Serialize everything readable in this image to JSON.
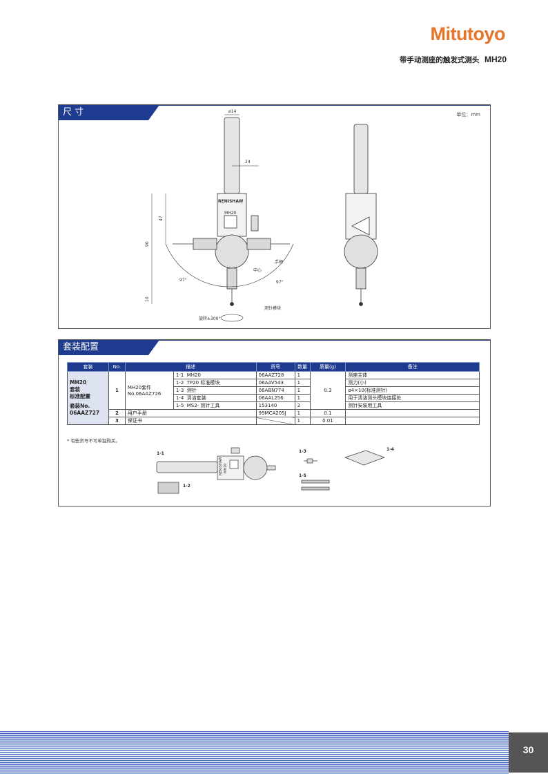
{
  "header": {
    "logo": "Mitutoyo",
    "subtitle": "带手动测座的触发式测头",
    "model": "MH20"
  },
  "dimensions_section": {
    "title": "尺 寸",
    "unit": "单位：mm",
    "drawing_labels": {
      "dia": "ø14",
      "d24": "24",
      "d47": "47",
      "d90": "90",
      "d10": "10",
      "a1": "97°",
      "a2": "97°",
      "brand": "RENISHAW",
      "model": "MH20",
      "center": "中心",
      "knob": "手柄",
      "module": "测针模块",
      "rotation": "旋转±300°"
    }
  },
  "kit_section": {
    "title": "套装配置",
    "columns": [
      "套装",
      "No.",
      "描述",
      "货号",
      "数量",
      "质量(g)",
      "备注"
    ],
    "kit_name_lines": [
      "MH20",
      "套装",
      "标准配置",
      "",
      "套装No.",
      "06AAZ727"
    ],
    "item1": {
      "no": "1",
      "group": "MH20套件",
      "group_no": "No.06AAZ726",
      "mass": "0.3",
      "rows": [
        {
          "sub": "1-1",
          "desc": "MH20",
          "code": "06AAZ728",
          "qty": "1",
          "remark": "测座主体"
        },
        {
          "sub": "1-2",
          "desc": "TP20 标准模块",
          "code": "06AAV543",
          "qty": "1",
          "remark": "测力(小)"
        },
        {
          "sub": "1-3",
          "desc": "测针",
          "code": "06ABN774",
          "qty": "1",
          "remark": "ø4×10(标准测针)"
        },
        {
          "sub": "1-4",
          "desc": "清洁套装",
          "code": "06AAL256",
          "qty": "1",
          "remark": "用于清洁测头模块连接处"
        },
        {
          "sub": "1-5",
          "desc": "MS2- 测针工具",
          "code": "153140",
          "qty": "2",
          "remark": "测针安装用工具"
        }
      ]
    },
    "item2": {
      "no": "2",
      "desc": "用户手册",
      "code": "99MCA205J",
      "qty": "1",
      "mass": "0.1",
      "remark": ""
    },
    "item3": {
      "no": "3",
      "desc": "保证书",
      "code": "",
      "qty": "1",
      "mass": "0.01",
      "remark": ""
    },
    "note": "* 有些货号不可单独购买。",
    "part_labels": {
      "p11": "1-1",
      "p12": "1-2",
      "p13": "1-3",
      "p14": "1-4",
      "p15": "1-5",
      "brand": "RENISHAW",
      "model": "MH20"
    }
  },
  "footer": {
    "page_number": "30"
  },
  "colors": {
    "brand_orange": "#e8732a",
    "section_blue": "#1f3b8f",
    "stripe_blue": "#4a6fc2"
  }
}
